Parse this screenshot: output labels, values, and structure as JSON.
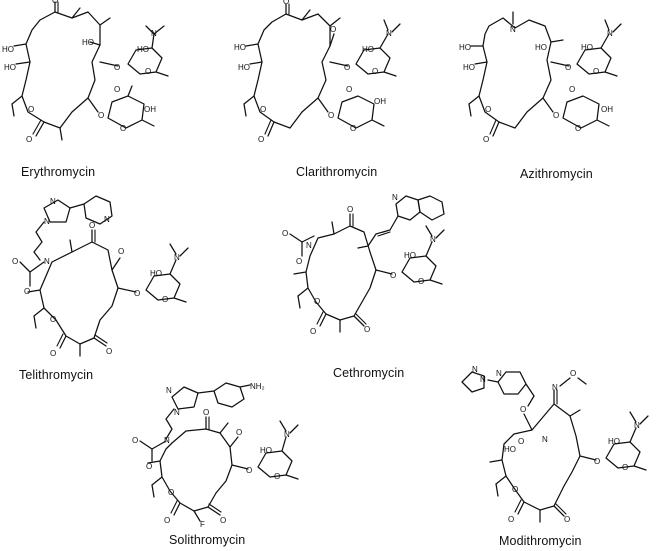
{
  "figure": {
    "compounds": [
      {
        "id": "erythromycin",
        "name": "Erythromycin"
      },
      {
        "id": "clarithromycin",
        "name": "Clarithromycin"
      },
      {
        "id": "azithromycin",
        "name": "Azithromycin"
      },
      {
        "id": "telithromycin",
        "name": "Telithromycin"
      },
      {
        "id": "cethromycin",
        "name": "Cethromycin"
      },
      {
        "id": "solithromycin",
        "name": "Solithromycin"
      },
      {
        "id": "modithromycin",
        "name": "Modithromycin"
      }
    ],
    "atom_labels": {
      "o": "O",
      "ho": "HO",
      "oh": "OH",
      "n": "N",
      "f": "F",
      "nh2": "NH₂"
    }
  }
}
